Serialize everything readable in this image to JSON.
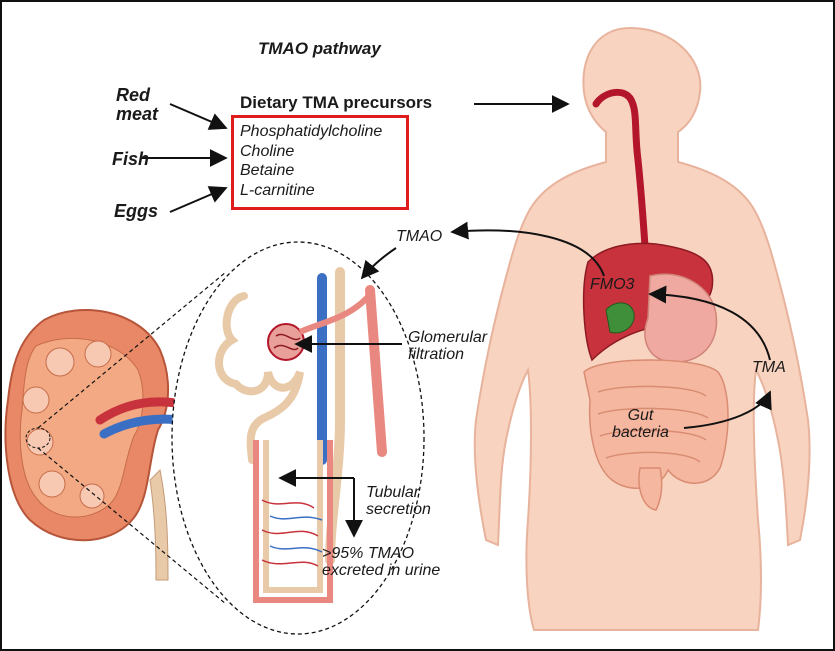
{
  "title": "TMAO pathway",
  "foods": [
    "Red\nmeat",
    "Fish",
    "Eggs"
  ],
  "precursors": {
    "header": "Dietary TMA precursors",
    "items": [
      "Phosphatidylcholine",
      "Choline",
      "Betaine",
      "L-carnitine"
    ]
  },
  "labels": {
    "tmao": "TMAO",
    "fmo3": "FMO3",
    "tma": "TMA",
    "gut_bacteria": "Gut\nbacteria",
    "glomerular": "Glomerular\nfiltration",
    "tubular": "Tubular\nsecretion",
    "excreted": ">95% TMAO\nexcreted in urine"
  },
  "colors": {
    "skin": "#f8d3c0",
    "skin_edge": "#e8b39c",
    "liver": "#c8323c",
    "esophagus": "#b3162a",
    "highlight_box": "#e01b1b",
    "vein": "#3a6fc4",
    "kidney": "#e98866"
  }
}
